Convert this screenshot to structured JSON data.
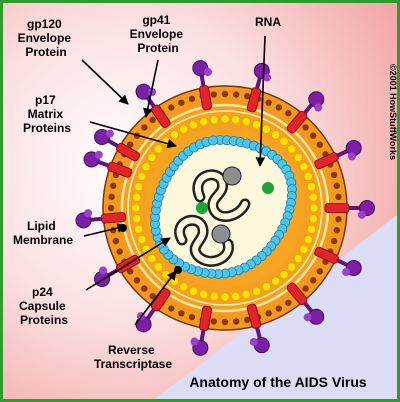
{
  "labels": {
    "gp120": [
      "gp120",
      "Envelope",
      "Protein"
    ],
    "gp41": [
      "gp41",
      "Envelope",
      "Protein"
    ],
    "rna": "RNA",
    "p17": [
      "p17",
      "Matrix",
      "Proteins"
    ],
    "lipid": [
      "Lipid",
      "Membrane"
    ],
    "p24": [
      "p24",
      "Capsule",
      "Proteins"
    ],
    "rt": [
      "Reverse",
      "Transcriptase"
    ]
  },
  "title": "Anatomy of the AIDS Virus",
  "copyright": "©2001 HowStuffWorks",
  "colors": {
    "frame": "#2f9a2f",
    "background_pink": "#f4b3b3",
    "background_lavender": "#dcdcf4",
    "shell_orange": "#f39a1e",
    "matrix_yellow": "#fde100",
    "membrane_brown": "#8b3512",
    "gp120_purple": "#7a1fa6",
    "gp41_red": "#e0242a",
    "capsid_cyan": "#4cc4ec",
    "core_fill": "#fdf8dc",
    "enzyme_green": "#19a33b",
    "protein_gray": "#8e8e8e"
  }
}
